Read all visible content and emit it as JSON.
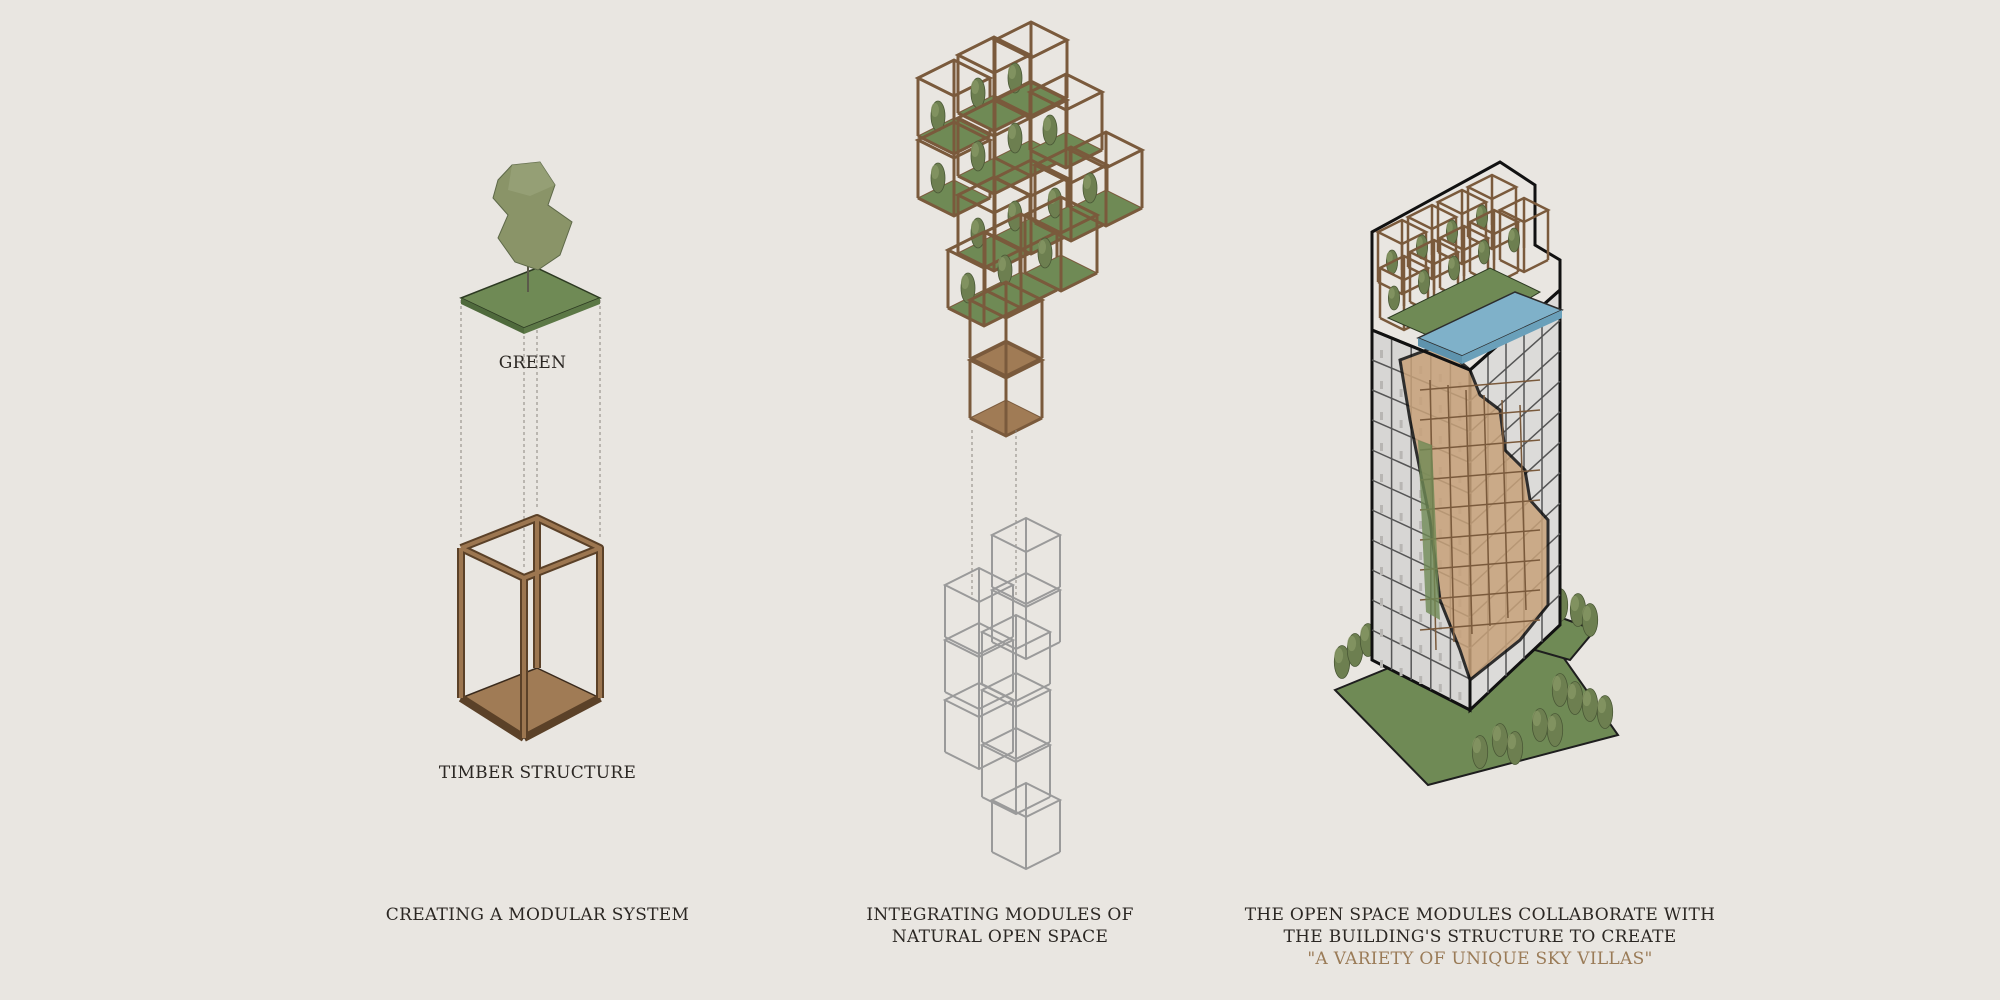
{
  "module_labels": {
    "green": "GREEN",
    "timber": "TIMBER STRUCTURE"
  },
  "captions": {
    "left": "CREATING A MODULAR SYSTEM",
    "middle_line1": "INTEGRATING MODULES OF",
    "middle_line2": "NATURAL OPEN SPACE",
    "right_line1": "THE OPEN SPACE MODULES COLLABORATE WITH",
    "right_line2": "THE BUILDING'S STRUCTURE TO CREATE",
    "right_line3": "\"A VARIETY OF UNIQUE SKY VILLAS\""
  },
  "colors": {
    "background": "#e9e6e1",
    "timber": "#7a5a3c",
    "timber_floor": "#a07b55",
    "green": "#6f8a55",
    "tree": "#8a9468",
    "glass": "#7fb1c9",
    "grey_module": "#9a9a9a",
    "accent_text": "#9a7b57"
  }
}
